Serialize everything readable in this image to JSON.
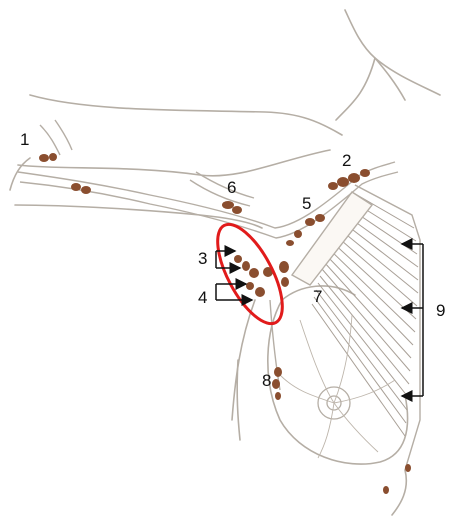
{
  "labels": {
    "l1": "1",
    "l2": "2",
    "l3": "3",
    "l4": "4",
    "l5": "5",
    "l6": "6",
    "l7": "7",
    "l8": "8",
    "l9": "9"
  },
  "colors": {
    "outline": "#b5aea5",
    "skin": "#fbf8f4",
    "node": "#8a4e2f",
    "highlight": "#e11b1b",
    "arrow": "#111111"
  }
}
